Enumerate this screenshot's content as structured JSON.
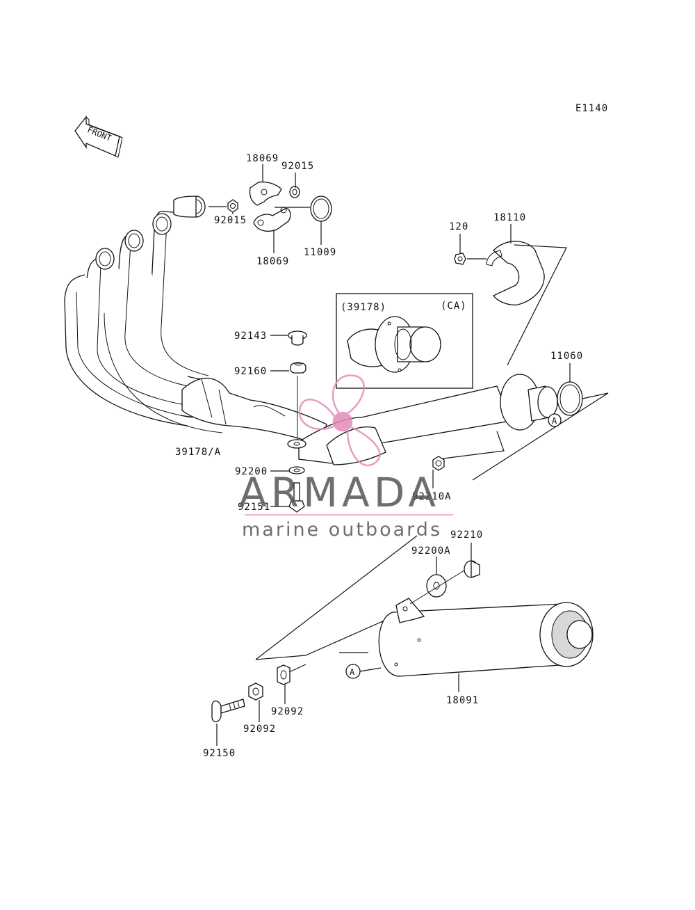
{
  "diagram_code": "E1140",
  "direction_label": "FRONT",
  "inset_label": "(39178)",
  "inset_tag": "(CA)",
  "parts": {
    "p18069_top": "18069",
    "p92015_top": "92015",
    "p92015_left": "92015",
    "p11009": "11009",
    "p18069_bottom": "18069",
    "p120": "120",
    "p18110": "18110",
    "p92143": "92143",
    "p92160": "92160",
    "p11060": "11060",
    "p39178A": "39178/A",
    "p92200": "92200",
    "p92151": "92151",
    "p92210A": "92210A",
    "p92210": "92210",
    "p92200A": "92200A",
    "p18091": "18091",
    "p92092_right": "92092",
    "p92092_left": "92092",
    "p92150": "92150"
  },
  "ref_mark": "A",
  "watermark": {
    "brand": "ARMADA",
    "tagline": "marine outboards",
    "color": "#e48bb7"
  }
}
